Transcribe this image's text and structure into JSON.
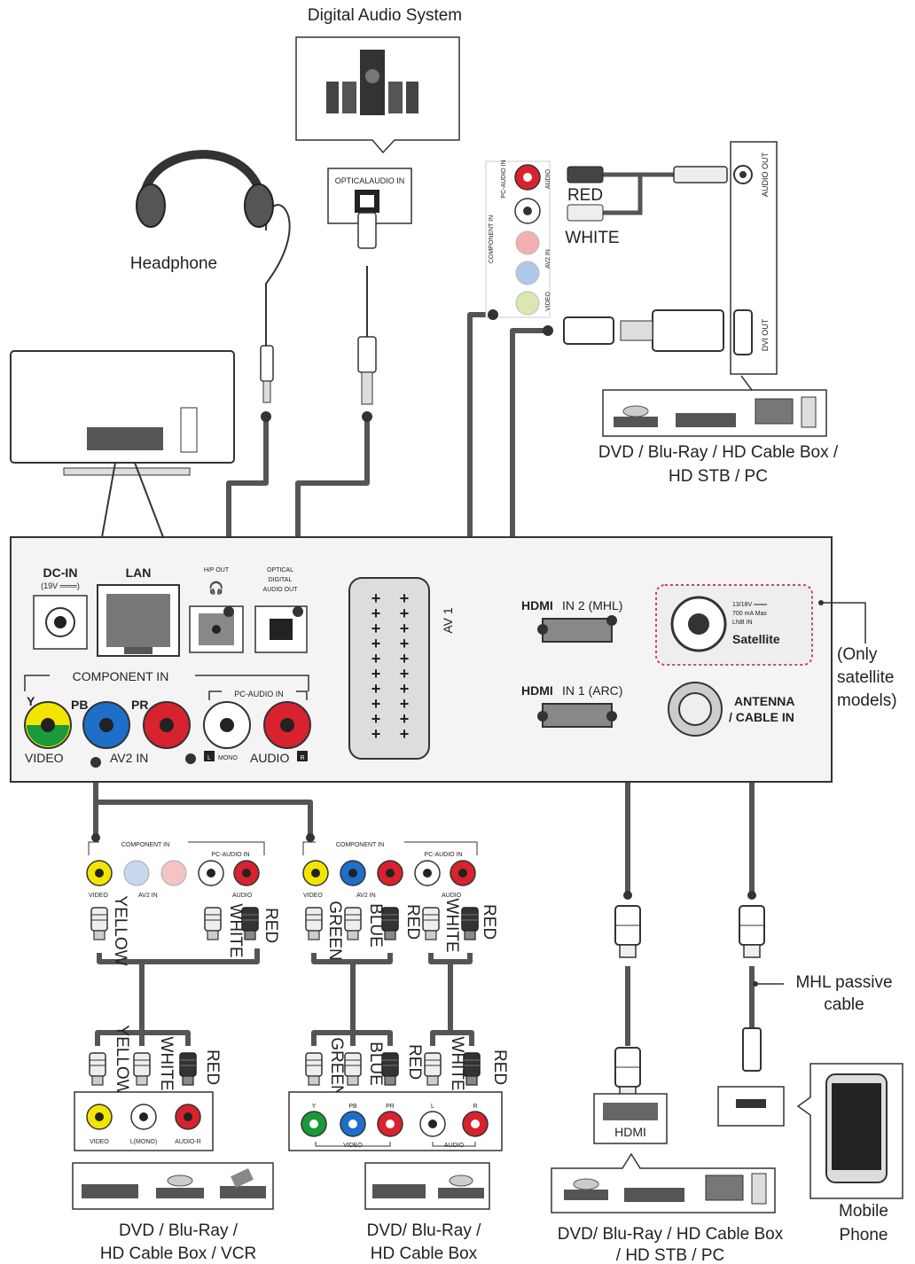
{
  "labels": {
    "digital_audio_system": "Digital Audio System",
    "optical_audio_in": "OPTICALAUDIO IN",
    "headphone": "Headphone",
    "red": "RED",
    "white": "WHITE",
    "audio_out": "AUDIO OUT",
    "dvi_out": "DVI OUT",
    "pc_audio_in_small": "PC-AUDIO IN",
    "audio_small": "AUDIO",
    "component_in_vertical": "COMPONENT IN",
    "av2_in_vertical": "AV2 IN",
    "video_vertical": "VIDEO",
    "source_top_right_line1": "DVD / Blu-Ray / HD Cable Box /",
    "source_top_right_line2": "HD STB / PC",
    "dc_in": "DC-IN",
    "dc_in_sub": "(19V ═══)",
    "lan": "LAN",
    "hp_out": "H/P OUT",
    "optical_line1": "OPTICAL",
    "optical_line2": "DIGITAL",
    "optical_line3": "AUDIO OUT",
    "component_in": "COMPONENT IN",
    "pc_audio_in": "PC-AUDIO IN",
    "jack_y": "Y",
    "jack_pb": "PB",
    "jack_pr": "PR",
    "video": "VIDEO",
    "av2_in": "AV2 IN",
    "l_mono": "L",
    "mono": "MONO",
    "audio": "AUDIO",
    "r": "R",
    "av1": "AV 1",
    "hdmi_logo": "HDMI",
    "hdmi_in2": "IN 2 (MHL)",
    "hdmi_in1": "IN 1 (ARC)",
    "sat_spec1": "13/18V ═══",
    "sat_spec2": "700 mA Max",
    "sat_spec3": "LNB IN",
    "satellite": "Satellite",
    "antenna_line1": "ANTENNA",
    "antenna_line2": "/ CABLE IN",
    "only_sat_line1": "(Only",
    "only_sat_line2": "satellite",
    "only_sat_line3": "models)",
    "yellow": "YELLOW",
    "green": "GREEN",
    "blue": "BLUE",
    "mhl_line1": "MHL passive",
    "mhl_line2": "cable",
    "hdmi_port": "HDMI",
    "dev_y": "Y",
    "dev_pb": "PB",
    "dev_pr": "PR",
    "dev_l": "L",
    "dev_r": "R",
    "dev_video": "VIDEO",
    "dev_audio": "AUDIO",
    "dev_l_mono": "L(MONO)",
    "dev_audio_r": "AUDIO-R",
    "source_bl_line1": "DVD / Blu-Ray /",
    "source_bl_line2": "HD Cable Box / VCR",
    "source_bm_line1": "DVD/ Blu-Ray /",
    "source_bm_line2": "HD Cable Box",
    "source_br_line1": "DVD/ Blu-Ray / HD Cable Box",
    "source_br_line2": "/ HD STB / PC",
    "mobile_line1": "Mobile",
    "mobile_line2": "Phone"
  },
  "colors": {
    "yellow_jack": "#f2e600",
    "green_jack": "#1a9a3a",
    "blue_jack": "#1e6fc9",
    "red_jack": "#d8222d",
    "white_jack": "#ffffff",
    "cable": "#555555",
    "satellite_border": "#d04070"
  }
}
